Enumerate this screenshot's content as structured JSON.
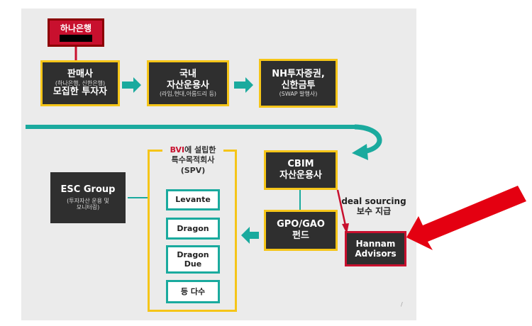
{
  "colors": {
    "box_fill": "#2f2f2f",
    "box_border": "#f5c518",
    "teal": "#1aaa9e",
    "red": "#c8102e",
    "hana": "#c8102e",
    "hannam": "#2f2f2f",
    "background": "#ebebeb"
  },
  "nodes": {
    "hana_bank": {
      "title": "하나은행"
    },
    "seller": {
      "title": "판매사",
      "sub": "(하나은행, 신한은행)",
      "title2": "모집한 투자자"
    },
    "domestic_am": {
      "title": "국내",
      "title2": "자산운용사",
      "sub": "(라임,현대,아름드리 등)"
    },
    "nh": {
      "title": "NH투자증권,",
      "title2": "신한금투",
      "sub": "(SWAP 발행사)"
    },
    "cbim": {
      "title": "CBIM",
      "title2": "자산운용사"
    },
    "gpo": {
      "title": "GPO/GAO",
      "title2": "펀드"
    },
    "esc": {
      "title": "ESC Group",
      "sub": "(투자자산 운용 및",
      "sub2": "모니터링)"
    },
    "hannam": {
      "title": "Hannam",
      "title2": "Advisors"
    }
  },
  "spv": {
    "bvi": "BVI",
    "title_rest": "에 설립한",
    "title2": "특수목적회사",
    "title3": "(SPV)",
    "funds": [
      {
        "line1": "Levante",
        "line2": ""
      },
      {
        "line1": "Dragon",
        "line2": ""
      },
      {
        "line1": "Dragon",
        "line2": "Due"
      },
      {
        "line1": "등 다수",
        "line2": ""
      }
    ]
  },
  "edge_label": {
    "line1": "deal sourcing",
    "line2": "보수 지급"
  },
  "corner_mark": "/"
}
